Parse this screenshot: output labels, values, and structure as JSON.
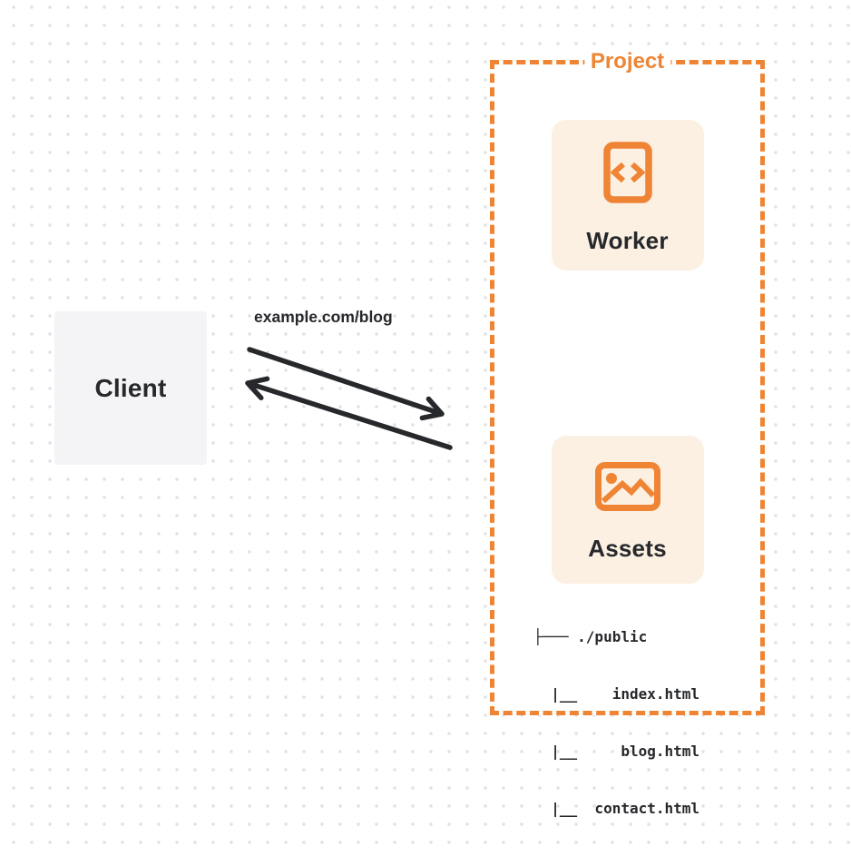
{
  "client": {
    "label": "Client"
  },
  "request": {
    "url": "example.com/blog"
  },
  "project": {
    "label": "Project",
    "worker": {
      "label": "Worker",
      "icon": "code-file-icon"
    },
    "assets": {
      "label": "Assets",
      "icon": "image-icon",
      "tree": [
        "├─── ./public",
        "  |__    index.html",
        "  |__     blog.html",
        "  |__  contact.html"
      ]
    }
  },
  "colors": {
    "accent": "#EE8434",
    "card-bg": "#FCF0E3",
    "client-bg": "#F4F4F6",
    "ink": "#26282B",
    "dot": "#E1E1E4"
  }
}
